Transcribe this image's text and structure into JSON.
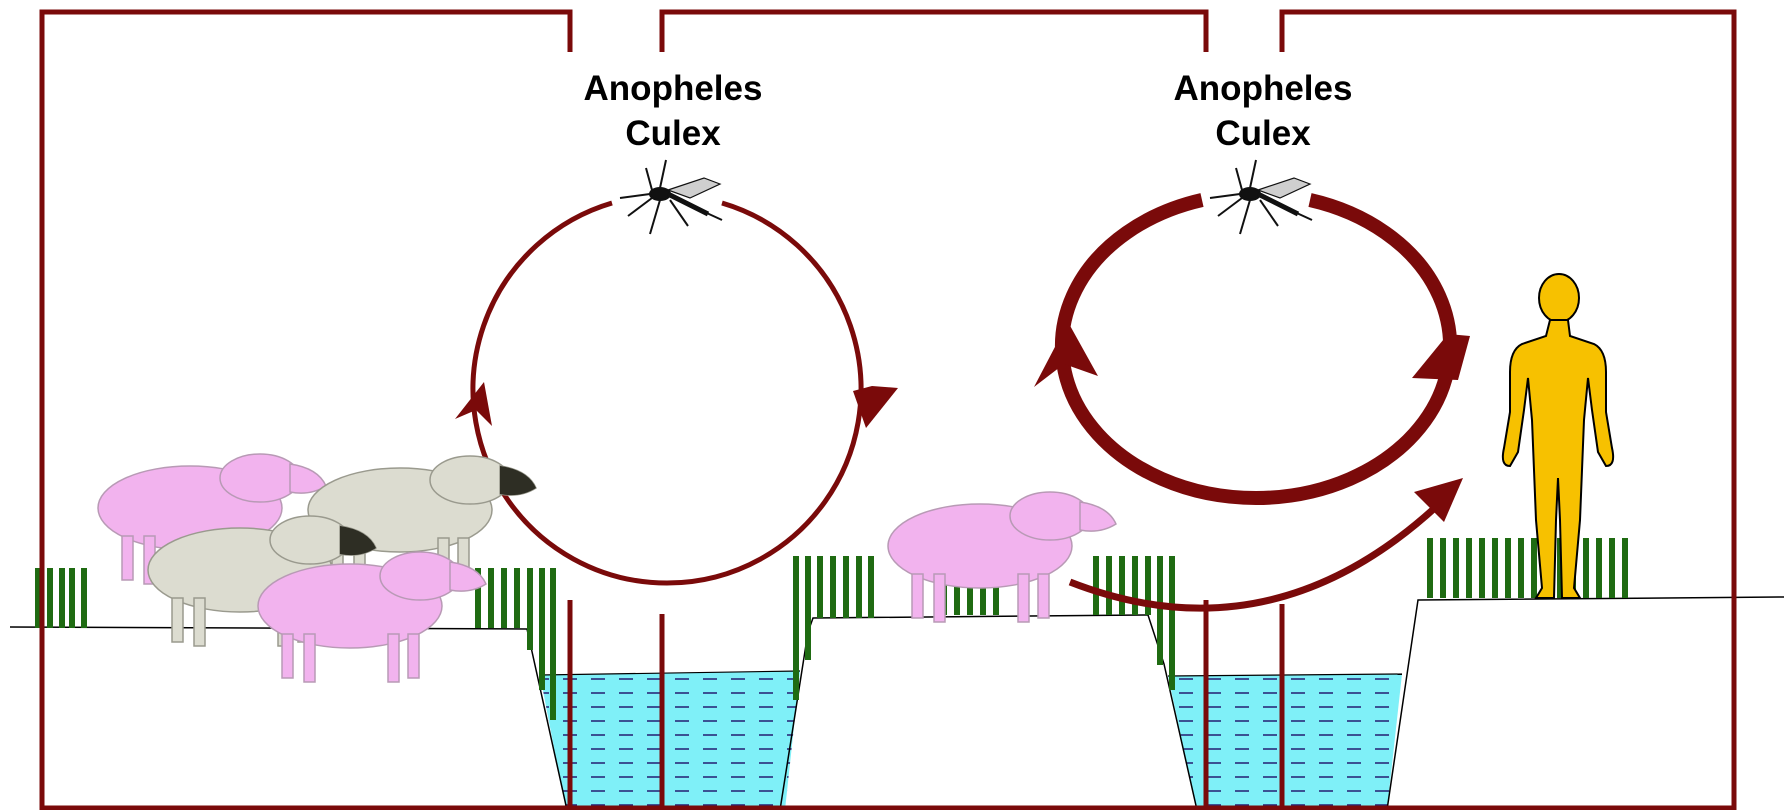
{
  "colors": {
    "frame": "#7a0a0a",
    "water": "#7ff0f8",
    "water_dash": "#2a2a7a",
    "grass": "#1f6b12",
    "human": "#f7c100",
    "sheep_pink": "#f2b3ee",
    "sheep_white": "#dcdcd0",
    "ground_line": "#000000"
  },
  "icons": {
    "mosquito": "mosquito-icon",
    "human": "human-figure-icon",
    "sheep": "sheep-icon"
  },
  "left_panel": {
    "vector_name_1": "Anopheles",
    "vector_name_2": "Culex",
    "cycle_arrow_weight": "thin"
  },
  "right_panel": {
    "vector_name_1": "Anopheles",
    "vector_name_2": "Culex",
    "cycle_arrow_weight": "thick"
  }
}
